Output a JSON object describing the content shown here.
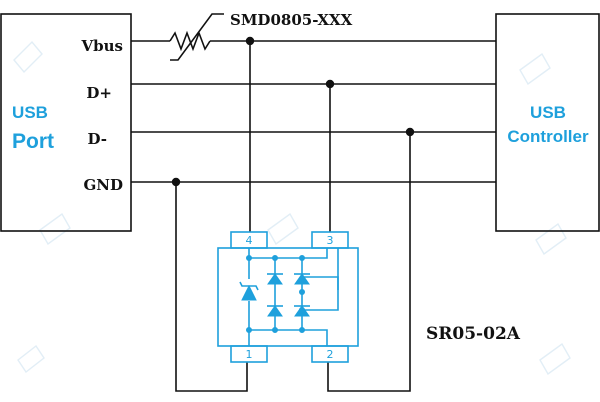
{
  "port": {
    "title": "USB",
    "subtitle": "Port"
  },
  "controller": {
    "title": "USB",
    "subtitle": "Controller"
  },
  "signals": {
    "vbus": "Vbus",
    "dplus": "D+",
    "dminus": "D-",
    "gnd": "GND"
  },
  "resistor": {
    "label": "SMD0805-XXX"
  },
  "chip": {
    "name": "SR05-02A",
    "pins": {
      "p1": "1",
      "p2": "2",
      "p3": "3",
      "p4": "4"
    }
  },
  "colors": {
    "accent": "#1ea0dc",
    "wire": "#111111"
  }
}
